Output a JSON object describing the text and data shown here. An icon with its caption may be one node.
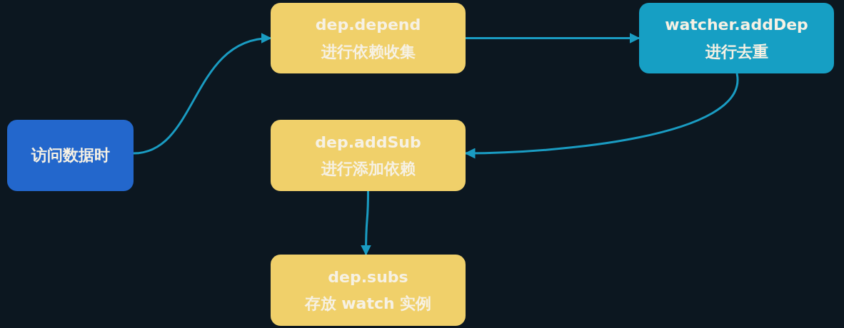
{
  "diagram": {
    "nodes": [
      {
        "text": [
          "访问数据时"
        ]
      },
      {
        "text": [
          "dep.depend",
          "进行依赖收集"
        ]
      },
      {
        "text": [
          "watcher.addDep",
          "进行去重"
        ]
      },
      {
        "text": [
          "dep.addSub",
          "进行添加依赖"
        ]
      },
      {
        "text": [
          "dep.subs",
          "存放 watch 实例"
        ]
      }
    ],
    "edges": [
      {
        "from": 0,
        "to": 1,
        "arrow": "to"
      },
      {
        "from": 1,
        "to": 2,
        "arrow": "to"
      },
      {
        "from": 2,
        "to": 3,
        "arrow": "to"
      },
      {
        "from": 3,
        "to": 4,
        "arrow": "to"
      }
    ]
  }
}
